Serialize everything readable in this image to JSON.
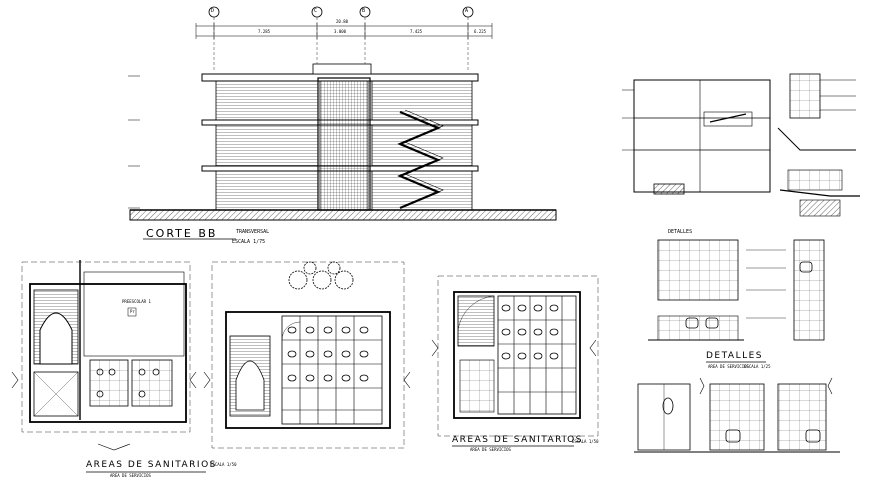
{
  "section": {
    "title": "CORTE BB",
    "subtitle": "TRANSVERSAL",
    "scale": "ESCALA 1/75",
    "axis_labels": [
      "D",
      "C",
      "B",
      "A"
    ],
    "dims": [
      "20.80",
      "7.285",
      "3.000",
      "7.425",
      "6.225"
    ]
  },
  "plans": [
    {
      "title": "AREAS DE SANITARIOS",
      "scale": "ESCALA 1/50",
      "note": "AREA DE SERVICIOS",
      "room_label": "PREESCOLAR 1",
      "room_code": "Pr"
    },
    {
      "title": "AREAS DE SANITARIOS",
      "scale": "ESCALA 1/50",
      "note": "AREA DE SERVICIOS"
    }
  ],
  "details": [
    {
      "title": "DETALLES"
    },
    {
      "title": "DETALLES",
      "subtitle": "AREA DE SERVICIOS",
      "scale": "ESCALA 1/25"
    }
  ],
  "colors": {
    "ink": "#000000",
    "paper": "#ffffff"
  }
}
